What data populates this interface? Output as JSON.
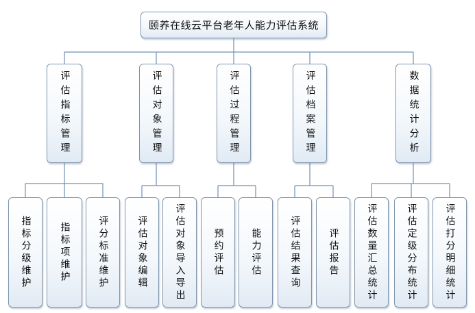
{
  "root": {
    "label": "颐养在线云平台老年人能力评估系统"
  },
  "modules": [
    {
      "label": "评估指标管理",
      "children": [
        "指标分级维护",
        "指标项维护",
        "评分标准维护"
      ]
    },
    {
      "label": "评估对象管理",
      "children": [
        "评估对象编辑",
        "评估对象导入导出"
      ]
    },
    {
      "label": "评估过程管理",
      "children": [
        "预约评估",
        "能力评估"
      ]
    },
    {
      "label": "评估档案管理",
      "children": [
        "评估结果查询",
        "评估报告"
      ]
    },
    {
      "label": "数据统计分析",
      "children": [
        "评估数量汇总统计",
        "评估定级分布统计",
        "评估打分明细统计"
      ]
    }
  ],
  "colors": {
    "connector": "#6f8fb8",
    "border": "#7f95ad",
    "fill": "#eef3f9"
  }
}
